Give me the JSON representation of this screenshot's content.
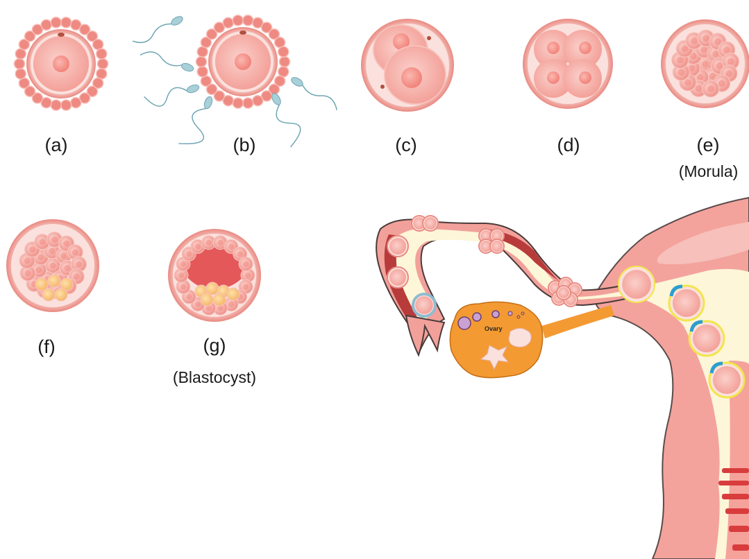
{
  "labels": {
    "a": "(a)",
    "b": "(b)",
    "c": "(c)",
    "d": "(d)",
    "e": "(e)",
    "e_sub": "(Morula)",
    "f": "(f)",
    "g": "(g)",
    "g_sub": "(Blastocyst)",
    "ovary": "Ovary"
  },
  "colors": {
    "cell_fill": "#f6b3ad",
    "cell_ring": "#e98a82",
    "nucleus": "#f5978f",
    "granulosa": "#ee8a82",
    "tube_wall": "#f2a19a",
    "tube_dark": "#b83b3b",
    "lumen": "#fdf6d8",
    "ovary": "#f39a33",
    "uterus": "#f3a39c",
    "sperm": "#a9cfd8",
    "implant_ring": "#f2e54a",
    "implant_blue": "#2a9ed1"
  },
  "icons": [
    "egg-cell-icon",
    "sperm-icon",
    "morula-icon",
    "blastocyst-icon",
    "uterus-icon",
    "ovary-icon"
  ]
}
